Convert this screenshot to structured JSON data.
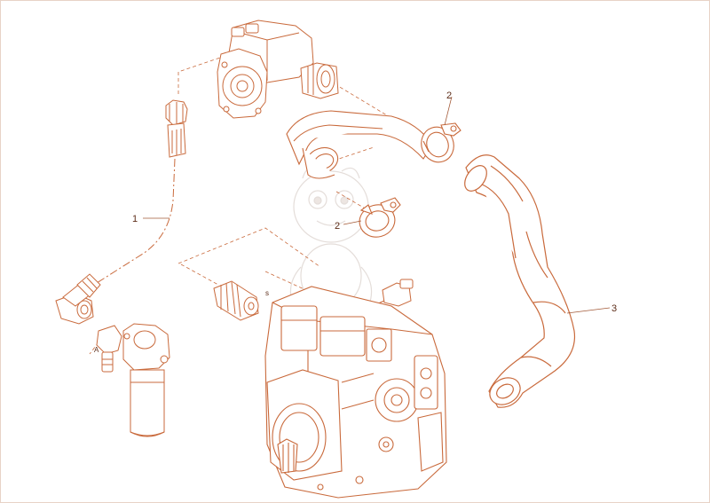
{
  "diagram": {
    "line_color": "#c96a3c",
    "leader_color": "#a35a38",
    "watermark_color": "#d9cfca",
    "callouts": {
      "feed_line": "1",
      "clamp_upper": "2",
      "clamp_lower": "2",
      "hose": "3",
      "port_a": "A",
      "port_s": "s"
    }
  }
}
